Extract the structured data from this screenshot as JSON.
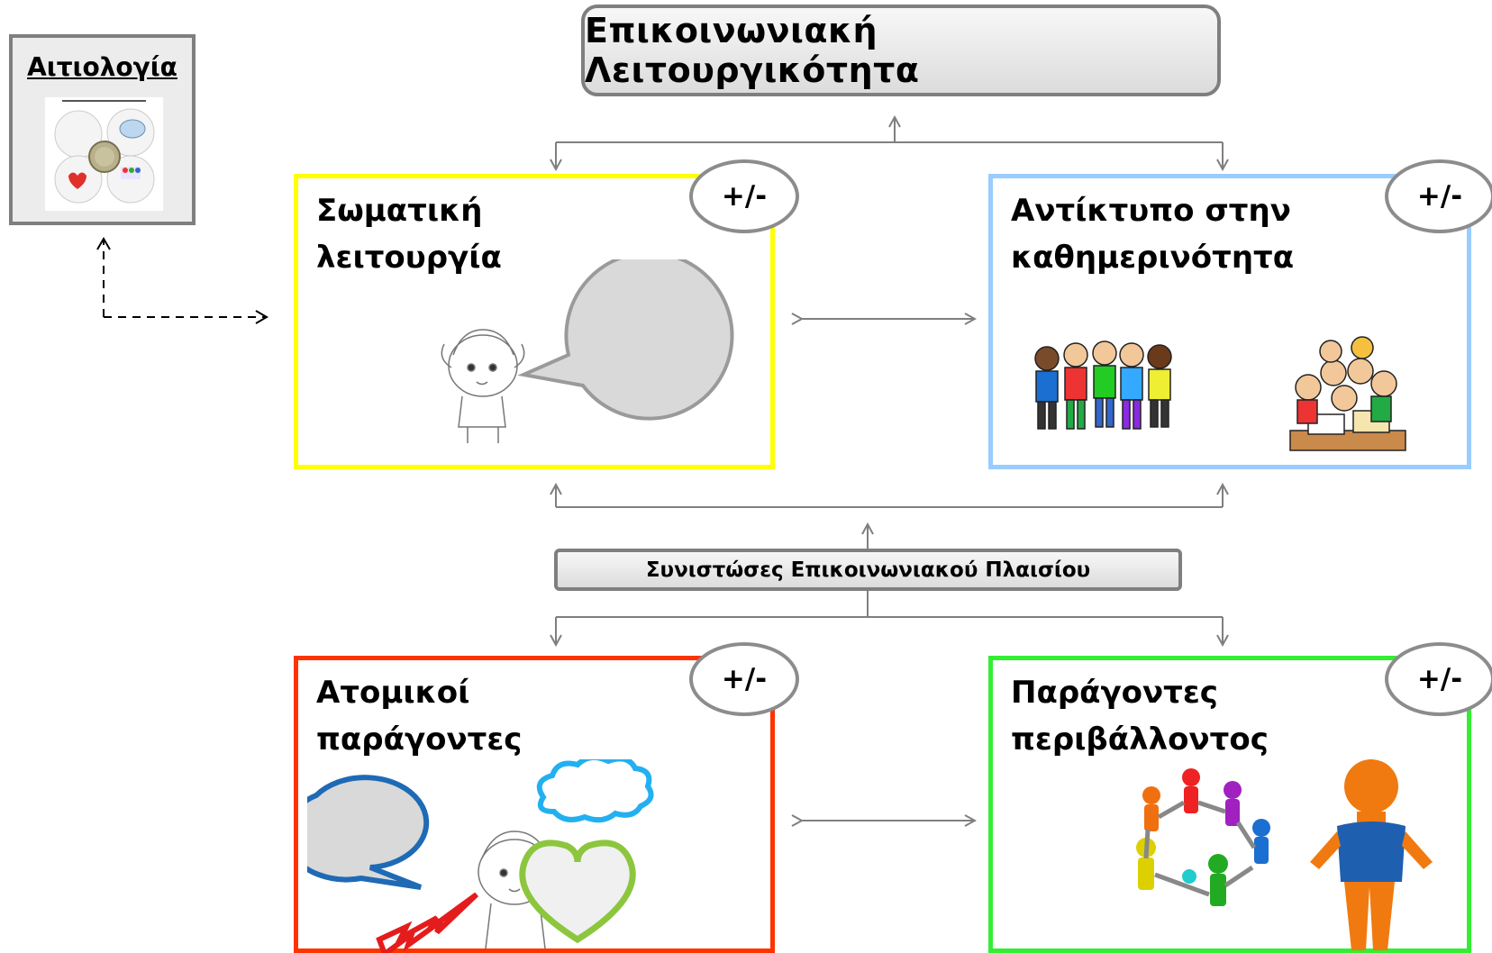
{
  "title": "Επικοινωνιακή Λειτουργικότητα",
  "context_box": "Συνιστώσες Επικοινωνιακού Πλαισίου",
  "etiology": {
    "title": "Αιτιολογία"
  },
  "panels": [
    {
      "line1": "Σωματική",
      "line2": "λειτουργία",
      "badge": "+/-",
      "color": "#ffff00"
    },
    {
      "line1": "Αντίκτυπο στην",
      "line2": "καθημερινότητα",
      "badge": "+/-",
      "color": "#99ccff"
    },
    {
      "line1": "Ατομικοί",
      "line2": "παράγοντες",
      "badge": "+/-",
      "color": "#ff3300"
    },
    {
      "line1": "Παράγοντες",
      "line2": "περιβάλλοντος",
      "badge": "+/-",
      "color": "#33ee33"
    }
  ]
}
